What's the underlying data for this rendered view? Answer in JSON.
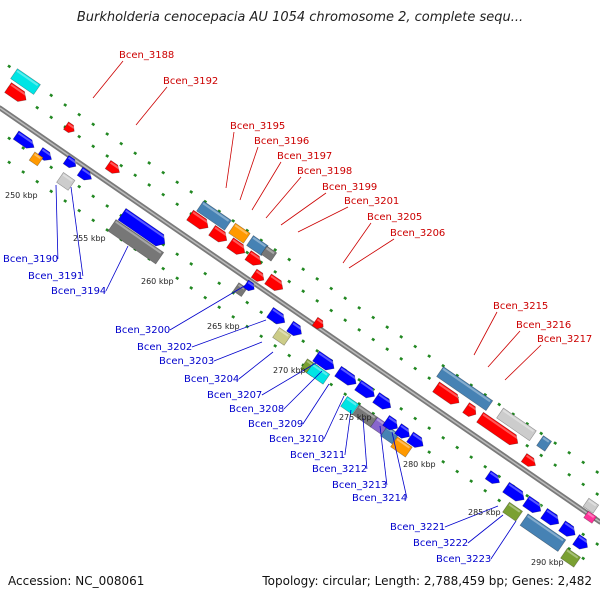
{
  "title": "Burkholderia cenocepacia AU 1054 chromosome 2, complete sequ...",
  "footer": {
    "accession": "Accession: NC_008061",
    "summary": "Topology: circular; Length: 2,788,459 bp; Genes: 2,482"
  },
  "colors": {
    "backbone": "#888888",
    "forward_label": "#cc0000",
    "reverse_label": "#0000cc",
    "gene_red": "#ff0000",
    "gene_blue": "#0000ff",
    "gene_cyan": "#00e5e5",
    "gene_orange": "#ff9900",
    "gene_steel": "#4682b4",
    "gene_gray": "#777777",
    "gene_lightgray": "#cccccc",
    "gene_olive": "#7aa032",
    "gene_khaki": "#cccc88",
    "gene_purple": "#8866cc",
    "gene_pink": "#ff3399",
    "ticks": "#228822"
  },
  "kbp_labels": [
    "250 kbp",
    "255 kbp",
    "260 kbp",
    "265 kbp",
    "270 kbp",
    "275 kbp",
    "280 kbp",
    "285 kbp",
    "290 kbp"
  ],
  "forward_labels": [
    "Bcen_3188",
    "Bcen_3192",
    "Bcen_3195",
    "Bcen_3196",
    "Bcen_3197",
    "Bcen_3198",
    "Bcen_3199",
    "Bcen_3201",
    "Bcen_3205",
    "Bcen_3206",
    "Bcen_3215",
    "Bcen_3216",
    "Bcen_3217"
  ],
  "reverse_labels": [
    "Bcen_3190",
    "Bcen_3191",
    "Bcen_3194",
    "Bcen_3200",
    "Bcen_3202",
    "Bcen_3203",
    "Bcen_3204",
    "Bcen_3207",
    "Bcen_3208",
    "Bcen_3209",
    "Bcen_3210",
    "Bcen_3211",
    "Bcen_3212",
    "Bcen_3213",
    "Bcen_3214",
    "Bcen_3221",
    "Bcen_3222",
    "Bcen_3223"
  ]
}
